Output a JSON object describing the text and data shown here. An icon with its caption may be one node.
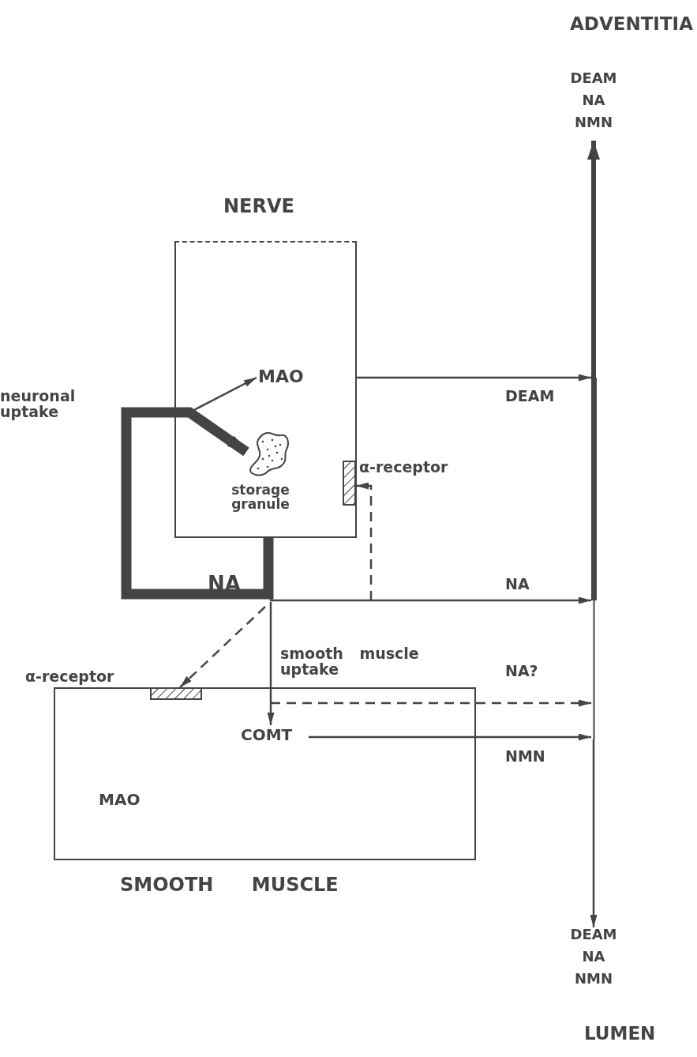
{
  "diagram": {
    "nodes": [
      {
        "text": [
          "NERVE"
        ]
      },
      {
        "text": [
          "MAO"
        ],
        "in": 0
      },
      {
        "text": [
          "storage granule"
        ],
        "in": 0
      },
      {
        "text": [],
        "shape": "box",
        "beside": [
          "α-receptor"
        ],
        "in": 0
      },
      {
        "text": [
          "SMOOTH MUSCLE"
        ]
      },
      {
        "text": [],
        "shape": "box",
        "beside": [
          "α-receptor"
        ],
        "in": 4
      },
      {
        "text": [
          "COMT"
        ],
        "in": 4
      },
      {
        "text": [
          "MAO"
        ],
        "in": 4
      },
      {
        "text": [
          "DEAM",
          "NA",
          "NMN"
        ]
      },
      {
        "text": [
          "DEAM",
          "NA",
          "NMN"
        ]
      },
      {
        "text": [],
        "shape": "bar"
      }
    ],
    "edges": [
      {
        "from": 0,
        "to": 1,
        "arrow": "to"
      },
      {
        "from": 0,
        "to": 2,
        "arrow": "to",
        "style": "thick"
      },
      {
        "from": 0,
        "to": 10,
        "arrow": "to",
        "label": "DEAM"
      },
      {
        "from": 0,
        "to": 10,
        "arrow": "to",
        "label": "NA"
      },
      {
        "from": null,
        "to": 3,
        "arrow": "to",
        "style": "dashed"
      },
      {
        "from": null,
        "to": 5,
        "arrow": "to",
        "style": "dashed"
      },
      {
        "from": null,
        "to": 6,
        "arrow": "to",
        "label": "smooth muscle uptake"
      },
      {
        "from": null,
        "to": 10,
        "arrow": "to",
        "style": "dashed",
        "label": "NA?"
      },
      {
        "from": 6,
        "to": 10,
        "arrow": "to",
        "label": "NMN"
      },
      {
        "from": 10,
        "to": 8,
        "arrow": "to",
        "style": "thick"
      },
      {
        "from": 10,
        "to": 9,
        "arrow": "to"
      }
    ],
    "labels": [
      "ADVENTITIA",
      "neuronal uptake",
      "NA",
      "LUMEN"
    ]
  }
}
